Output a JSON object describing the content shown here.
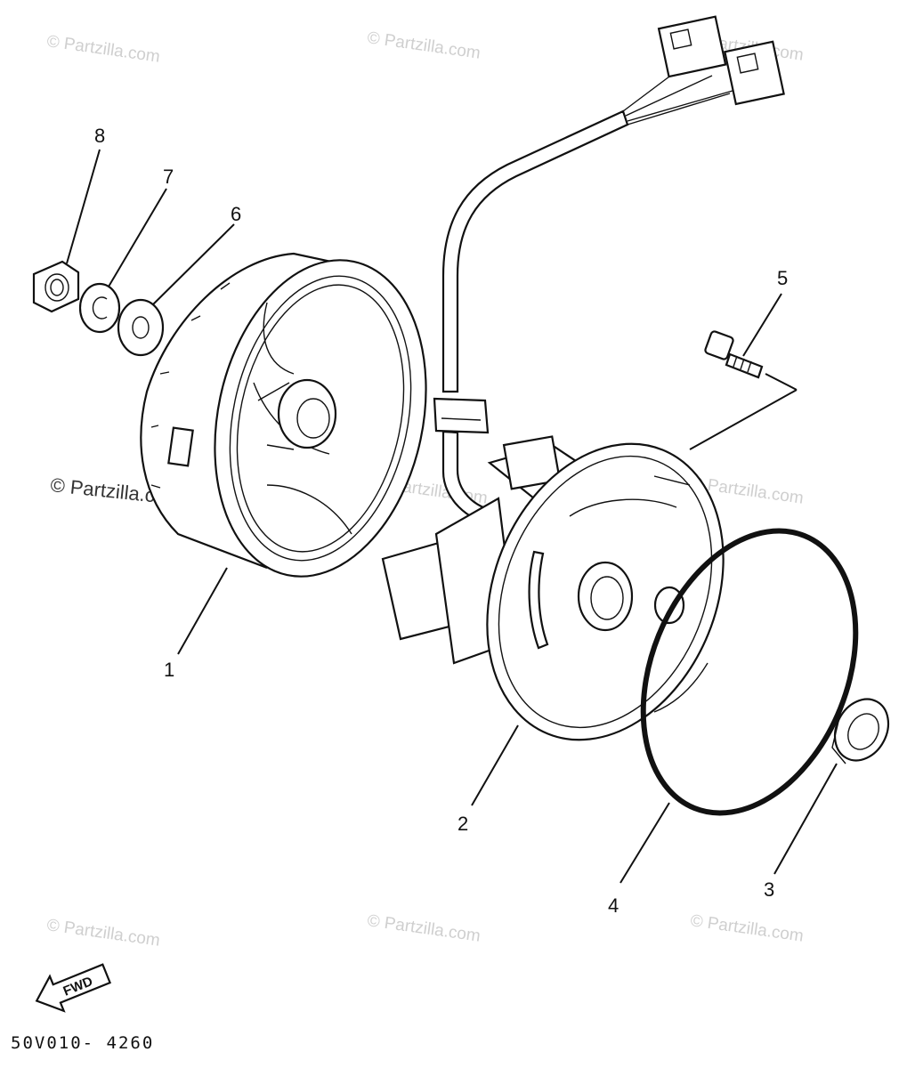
{
  "watermarks": {
    "text": "© Partzilla.com",
    "dark_text": "© Partzilla.com"
  },
  "callouts": [
    "1",
    "2",
    "3",
    "4",
    "5",
    "6",
    "7",
    "8"
  ],
  "fwd_label": "FWD",
  "diagram_code": "50V010- 4260",
  "colors": {
    "line": "#111111",
    "watermark": "#cfcfcf",
    "background": "#ffffff"
  }
}
